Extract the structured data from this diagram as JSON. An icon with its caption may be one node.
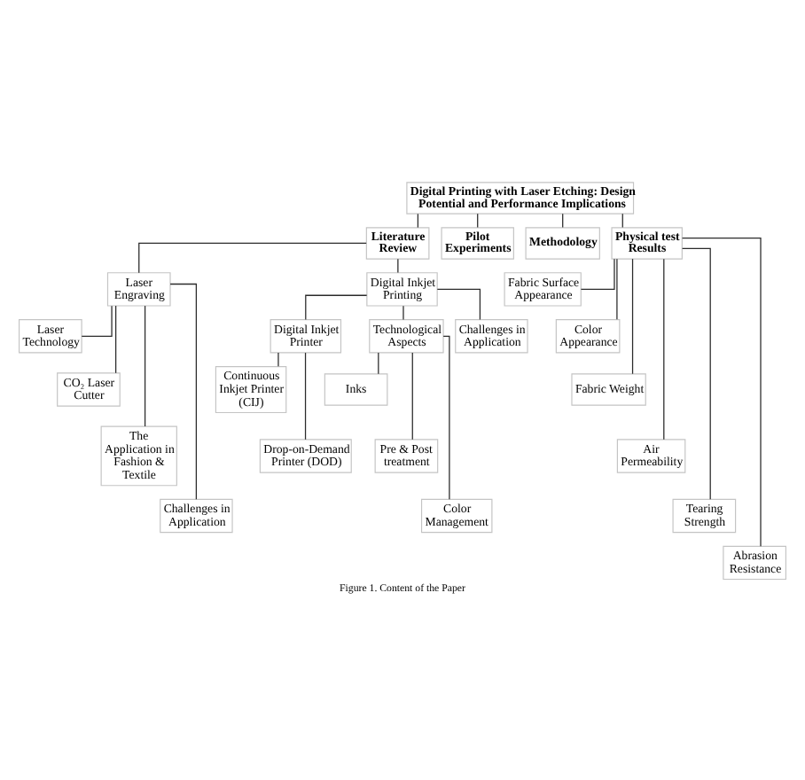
{
  "diagram": {
    "caption": "Figure 1. Content of the Paper",
    "nodes": [
      {
        "text": [
          "Digital Printing with Laser Etching: Design Potential and Performance Implications"
        ]
      },
      {
        "text": [
          "Literature Review"
        ]
      },
      {
        "text": [
          "Pilot Experiments"
        ]
      },
      {
        "text": [
          "Methodology"
        ]
      },
      {
        "text": [
          "Physical test Results"
        ]
      },
      {
        "text": [
          "Laser Engraving"
        ]
      },
      {
        "text": [
          "Digital Inkjet Printing"
        ]
      },
      {
        "text": [
          "Laser Technology"
        ]
      },
      {
        "text": [
          "CO₂ Laser Cutter"
        ]
      },
      {
        "text": [
          "The Application in Fashion & Textile"
        ]
      },
      {
        "text": [
          "Challenges in Application"
        ]
      },
      {
        "text": [
          "Digital Inkjet Printer"
        ]
      },
      {
        "text": [
          "Continuous Inkjet Printer (CIJ)"
        ]
      },
      {
        "text": [
          "Drop-on-Demand Printer (DOD)"
        ]
      },
      {
        "text": [
          "Technological Aspects"
        ]
      },
      {
        "text": [
          "Inks"
        ]
      },
      {
        "text": [
          "Pre & Post treatment"
        ]
      },
      {
        "text": [
          "Color Management"
        ]
      },
      {
        "text": [
          "Challenges in Application"
        ]
      },
      {
        "text": [
          "Fabric Surface Appearance"
        ]
      },
      {
        "text": [
          "Color Appearance"
        ]
      },
      {
        "text": [
          "Fabric Weight"
        ]
      },
      {
        "text": [
          "Air Permeability"
        ]
      },
      {
        "text": [
          "Tearing Strength"
        ]
      },
      {
        "text": [
          "Abrasion Resistance"
        ]
      }
    ],
    "edges": [
      {
        "from": 0,
        "to": 1,
        "arrow": "none"
      },
      {
        "from": 0,
        "to": 2,
        "arrow": "none"
      },
      {
        "from": 0,
        "to": 3,
        "arrow": "none"
      },
      {
        "from": 0,
        "to": 4,
        "arrow": "none"
      },
      {
        "from": 1,
        "to": 5,
        "arrow": "none"
      },
      {
        "from": 1,
        "to": 6,
        "arrow": "none"
      },
      {
        "from": 5,
        "to": 7,
        "arrow": "none"
      },
      {
        "from": 5,
        "to": 8,
        "arrow": "none"
      },
      {
        "from": 5,
        "to": 9,
        "arrow": "none"
      },
      {
        "from": 5,
        "to": 10,
        "arrow": "none"
      },
      {
        "from": 6,
        "to": 11,
        "arrow": "none"
      },
      {
        "from": 6,
        "to": 14,
        "arrow": "none"
      },
      {
        "from": 6,
        "to": 18,
        "arrow": "none"
      },
      {
        "from": 11,
        "to": 12,
        "arrow": "none"
      },
      {
        "from": 11,
        "to": 13,
        "arrow": "none"
      },
      {
        "from": 14,
        "to": 15,
        "arrow": "none"
      },
      {
        "from": 14,
        "to": 16,
        "arrow": "none"
      },
      {
        "from": 14,
        "to": 17,
        "arrow": "none"
      },
      {
        "from": 4,
        "to": 19,
        "arrow": "none"
      },
      {
        "from": 4,
        "to": 20,
        "arrow": "none"
      },
      {
        "from": 4,
        "to": 21,
        "arrow": "none"
      },
      {
        "from": 4,
        "to": 22,
        "arrow": "none"
      },
      {
        "from": 4,
        "to": 23,
        "arrow": "none"
      },
      {
        "from": 4,
        "to": 24,
        "arrow": "none"
      }
    ]
  }
}
